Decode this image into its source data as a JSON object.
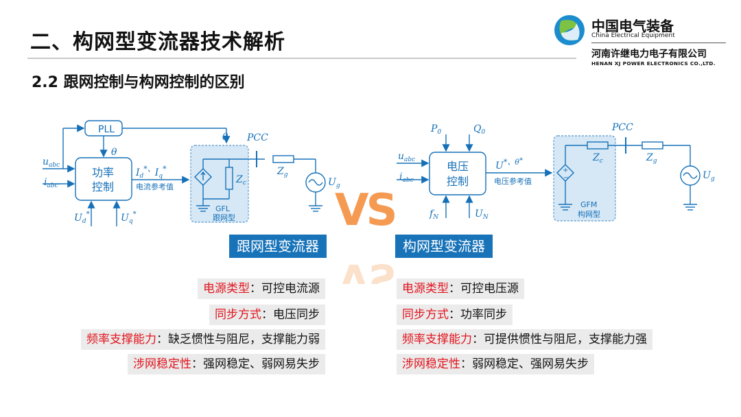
{
  "header": {
    "title": "二、构网型变流器技术解析",
    "subtitle": "2.2  跟网控制与构网控制的区别"
  },
  "logo": {
    "name_cn": "中国电气装备",
    "name_en": "China Electrical Equipment",
    "company_cn": "河南许继电力电子有限公司",
    "company_en": "HENAN XJ POWER ELECTRONICS CO.,LTD."
  },
  "gfl_diagram": {
    "pll": "PLL",
    "controller_line1": "功率",
    "controller_line2": "控制",
    "in_u": "u",
    "in_u_sub": "abc",
    "in_i": "i",
    "in_i_sub": "abc",
    "theta": "θ",
    "ref_out": "I",
    "ref_out_sub_d": "d",
    "ref_out_sep": "*、",
    "ref_out_sub_q": "q",
    "ref_out_star": "*",
    "ref_label": "电流参考值",
    "ud": "U",
    "ud_sub": "d",
    "uq": "U",
    "uq_sub": "q",
    "star": "*",
    "zc": "Z",
    "zc_sub": "c",
    "zg": "Z",
    "zg_sub": "g",
    "pcc": "PCC",
    "ug": "U",
    "ug_sub": "g",
    "type_en": "GFL",
    "type_cn": "跟网型"
  },
  "gfm_diagram": {
    "controller_line1": "电压",
    "controller_line2": "控制",
    "p0": "P",
    "p0_sub": "0",
    "q0": "Q",
    "q0_sub": "0",
    "in_u": "u",
    "in_u_sub": "abc",
    "in_i": "i",
    "in_i_sub": "abc",
    "ref_out": "U",
    "ref_out_mid": "*、θ",
    "ref_out_star": "*",
    "ref_label": "电压参考值",
    "fn": "f",
    "fn_sub": "N",
    "un": "U",
    "un_sub": "N",
    "zc": "Z",
    "zc_sub": "c",
    "zg": "Z",
    "zg_sub": "g",
    "pcc": "PCC",
    "ug": "U",
    "ug_sub": "g",
    "type_en": "GFM",
    "type_cn": "构网型"
  },
  "vs": "VS",
  "left_label": "跟网型变流器",
  "right_label": "构网型变流器",
  "left_rows": [
    {
      "k": "电源类型",
      "v": "：可控电流源"
    },
    {
      "k": "同步方式",
      "v": "：电压同步"
    },
    {
      "k": "频率支撑能力",
      "v": "：缺乏惯性与阻尼，支撑能力弱"
    },
    {
      "k": "涉网稳定性",
      "v": "：强网稳定、弱网易失步"
    }
  ],
  "right_rows": [
    {
      "k": "电源类型",
      "v": "：可控电压源"
    },
    {
      "k": "同步方式",
      "v": "：功率同步"
    },
    {
      "k": "频率支撑能力",
      "v": "：可提供惯性与阻尼，支撑能力强"
    },
    {
      "k": "涉网稳定性",
      "v": "：弱网稳定、强网易失步"
    }
  ],
  "colors": {
    "accent": "#1873b9",
    "key_text": "#e1141d",
    "line": "#1570b8",
    "vs": "#f59a52"
  }
}
